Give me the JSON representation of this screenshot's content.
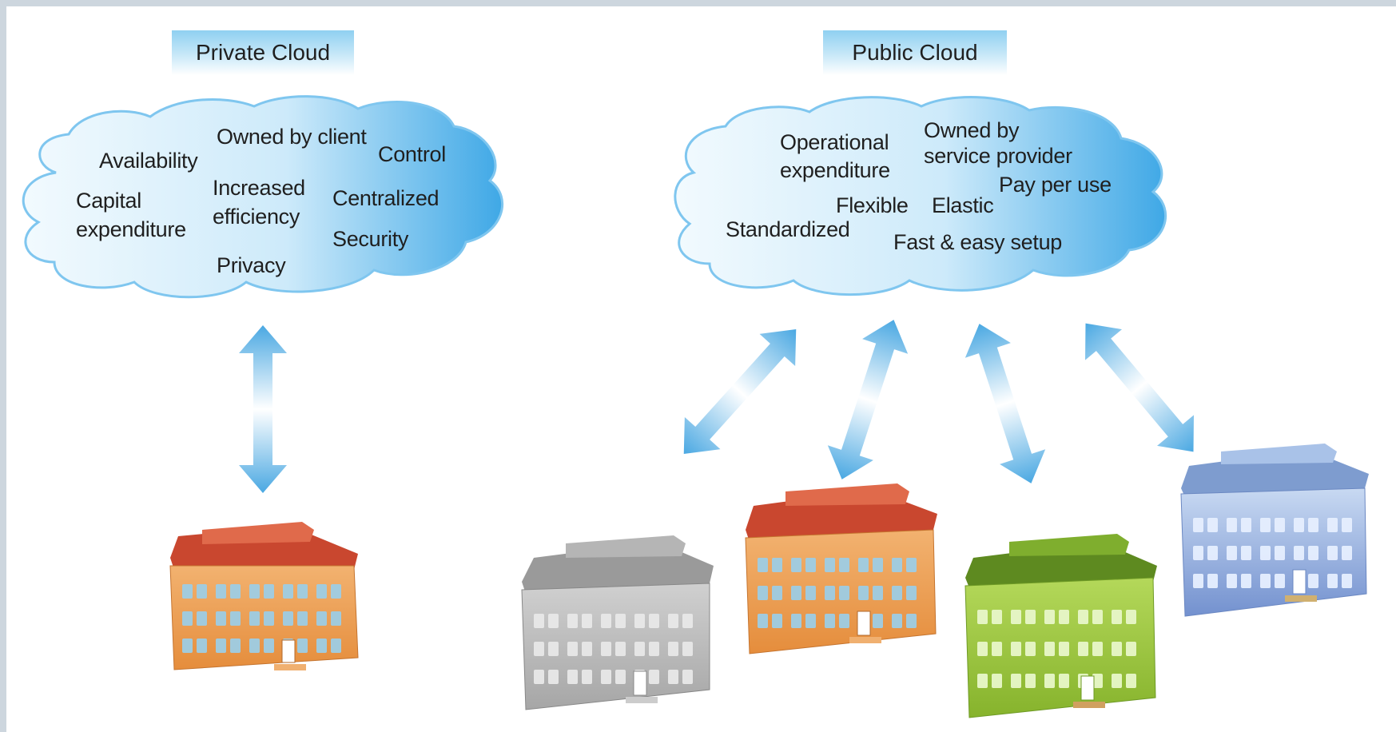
{
  "private_cloud": {
    "title": "Private Cloud",
    "attributes": {
      "owned_by_client": "Owned by client",
      "availability": "Availability",
      "control": "Control",
      "capital": "Capital",
      "expenditure": "expenditure",
      "increased": "Increased",
      "efficiency": "efficiency",
      "centralized": "Centralized",
      "security": "Security",
      "privacy": "Privacy"
    }
  },
  "public_cloud": {
    "title": "Public Cloud",
    "attributes": {
      "operational": "Operational",
      "expenditure": "expenditure",
      "owned_by": "Owned by",
      "service_provider": "service provider",
      "pay_per_use": "Pay per use",
      "flexible": "Flexible",
      "elastic": "Elastic",
      "standardized": "Standardized",
      "fast_easy_setup": "Fast & easy setup"
    }
  },
  "colors": {
    "arrow": "#5fb4e6",
    "building_orange": "#e69a4f",
    "roof_red": "#d8553b",
    "building_gray": "#b9b9b9",
    "building_green": "#9ac43c",
    "building_blue": "#8aa8da"
  }
}
